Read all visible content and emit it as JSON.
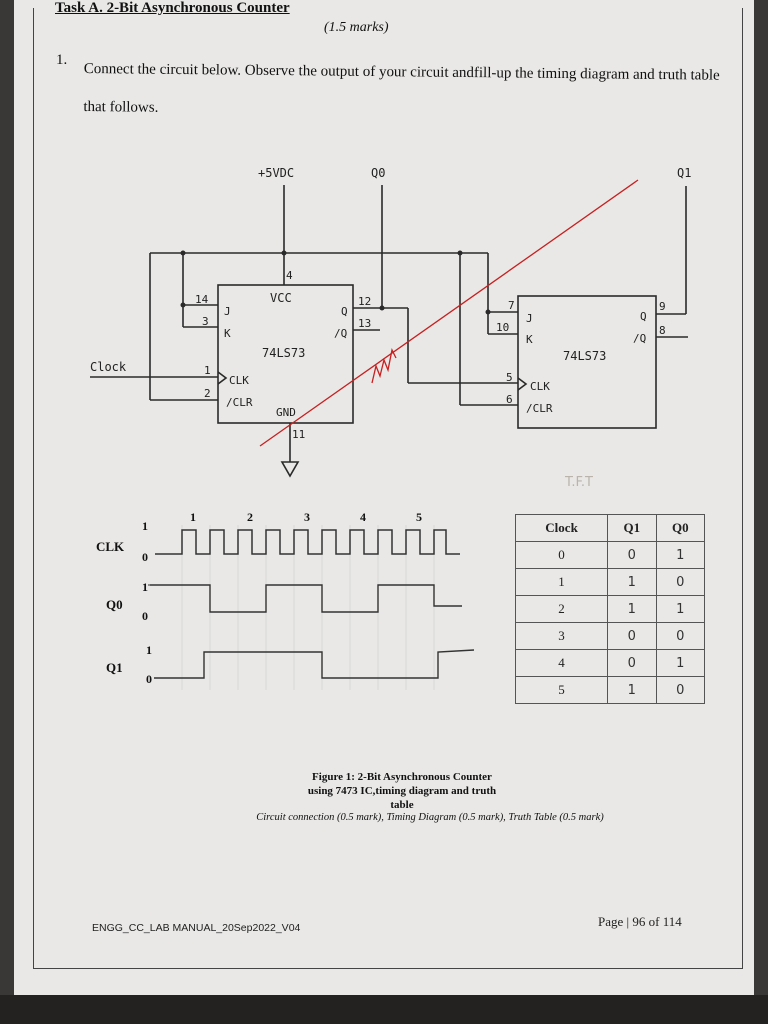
{
  "task": {
    "title": "Task A. 2-Bit Asynchronous Counter",
    "marks": "(1.5 marks)"
  },
  "question": {
    "number": "1.",
    "text": "Connect the circuit below. Observe the output of your circuit andfill-up the timing diagram and truth table that follows."
  },
  "circuit": {
    "supply_label": "+5VDC",
    "q0_label": "Q0",
    "q1_label": "Q1",
    "clock_label": "Clock",
    "ic_name": "74LS73",
    "ic1_name": "74LS73",
    "ic2_name": "74LS73",
    "pin_vcc": "VCC",
    "pin_gnd": "GND",
    "pin_j": "J",
    "pin_k": "K",
    "pin_q": "Q",
    "pin_qbar": "/Q",
    "pin_clk": "CLK",
    "pin_clr": "/CLR",
    "pins_ic1": {
      "vcc": "4",
      "j": "14",
      "k": "3",
      "clk": "1",
      "clr": "2",
      "q": "12",
      "qbar": "13",
      "gnd": "11"
    },
    "pins_ic2": {
      "j": "7",
      "k": "10",
      "clk": "5",
      "clr": "6",
      "q": "9",
      "qbar": "8"
    },
    "handwritten_note": "T.F.T"
  },
  "timing": {
    "clk_label": "CLK",
    "q0_label": "Q0",
    "q1_label": "Q1",
    "high": "1",
    "low": "0",
    "pulse_numbers": [
      "1",
      "2",
      "3",
      "4",
      "5"
    ]
  },
  "truth_table": {
    "headers": [
      "Clock",
      "Q1",
      "Q0"
    ],
    "rows": [
      [
        "0",
        "0",
        "1"
      ],
      [
        "1",
        "1",
        "0"
      ],
      [
        "2",
        "1",
        "1"
      ],
      [
        "3",
        "0",
        "0"
      ],
      [
        "4",
        "0",
        "1"
      ],
      [
        "5",
        "1",
        "0"
      ]
    ]
  },
  "figure": {
    "caption_line1": "Figure 1: 2-Bit Asynchronous Counter",
    "caption_line2": "using 7473 IC,timing diagram and truth",
    "caption_line3": "table",
    "marks_note": "Circuit connection (0.5 mark), Timing Diagram (0.5 mark), Truth Table (0.5 mark)"
  },
  "footer": {
    "manual_id": "ENGG_CC_LAB MANUAL_20Sep2022_V04",
    "page": "Page | 96 of 114"
  },
  "colors": {
    "paper": "#e9e8e6",
    "ink": "#222222",
    "red_pen": "#c62020"
  }
}
